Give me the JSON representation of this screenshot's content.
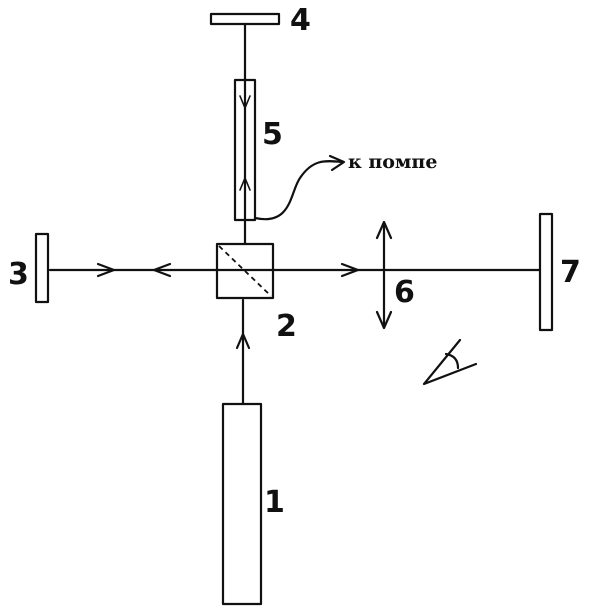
{
  "labels": {
    "laser": "1",
    "beamsplitter": "2",
    "mirror_left": "3",
    "mirror_top": "4",
    "cell": "5",
    "lens": "6",
    "screen": "7",
    "pump": "к помпе"
  },
  "colors": {
    "ink": "#111111",
    "background": "#ffffff"
  },
  "icons": {
    "observer": "eye-icon"
  }
}
